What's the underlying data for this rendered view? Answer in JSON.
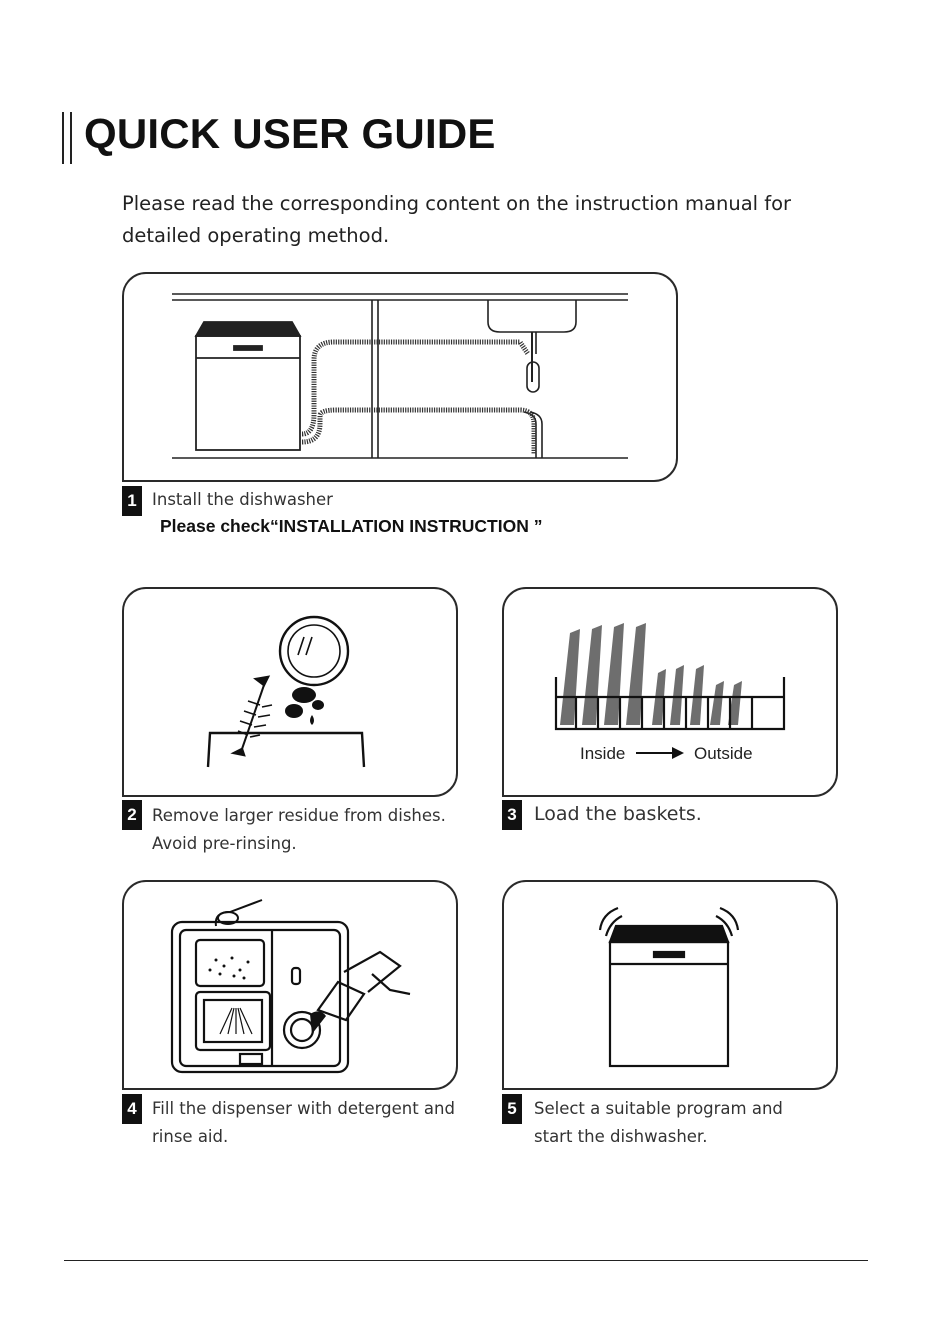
{
  "page": {
    "title": "QUICK USER GUIDE",
    "intro": "Please read the corresponding content on the instruction manual for detailed operating method."
  },
  "steps": [
    {
      "number": "1",
      "lines": [
        "Install the dishwasher"
      ],
      "note": "Please check“INSTALLATION INSTRUCTION ”"
    },
    {
      "number": "2",
      "lines": [
        "Remove larger residue from dishes.",
        "Avoid pre-rinsing."
      ]
    },
    {
      "number": "3",
      "lines": [
        "Load the baskets."
      ],
      "diagram": {
        "left_label": "Inside",
        "right_label": "Outside"
      }
    },
    {
      "number": "4",
      "lines": [
        "Fill the dispenser with detergent and",
        "rinse aid."
      ]
    },
    {
      "number": "5",
      "lines": [
        "Select a suitable program and",
        "start the dishwasher."
      ]
    }
  ],
  "colors": {
    "ink": "#1a1a1a",
    "plate_gray": "#6e6e6e"
  }
}
